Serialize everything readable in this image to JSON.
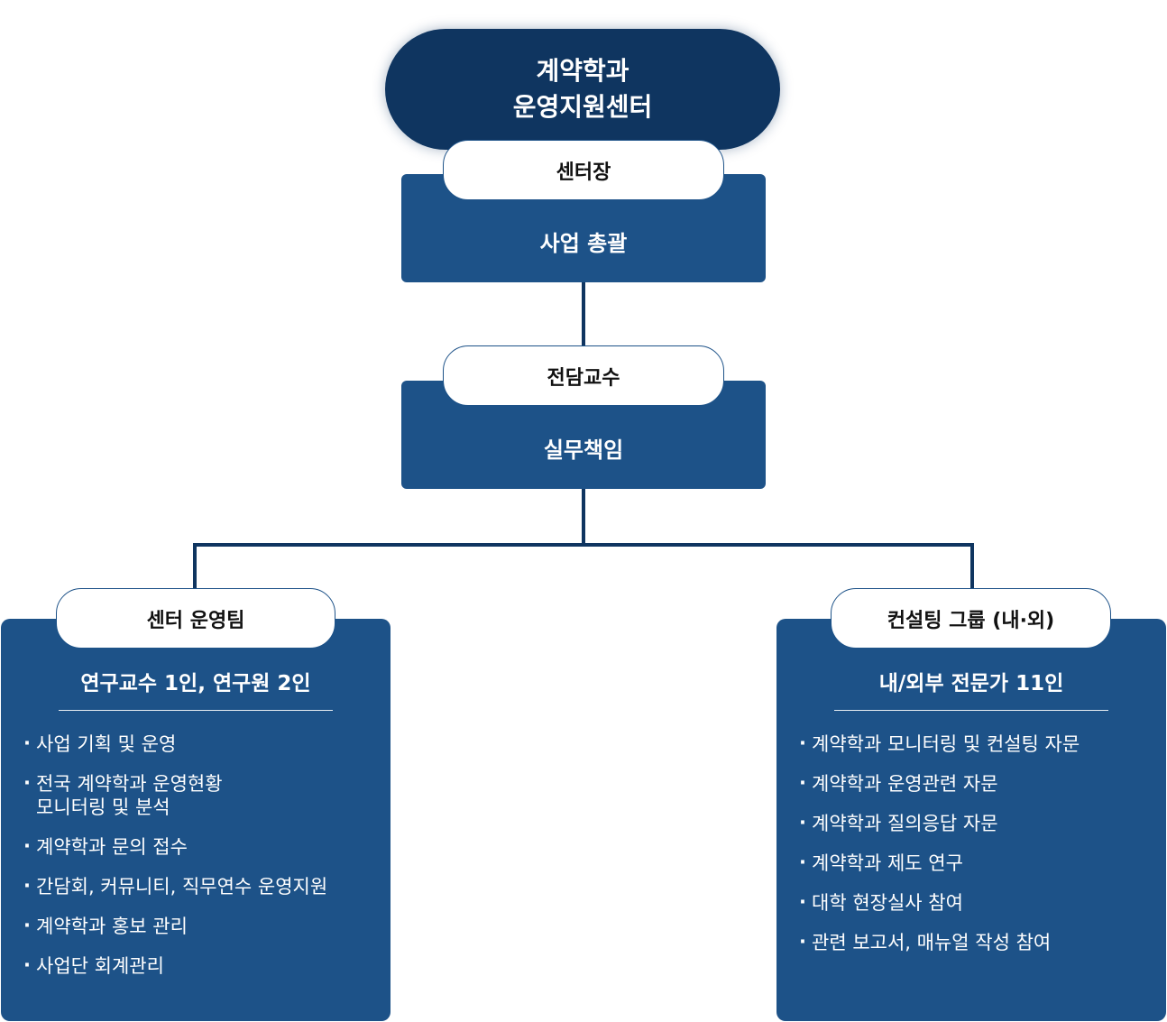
{
  "center": {
    "line1": "계약학과",
    "line2": "운영지원센터"
  },
  "director": {
    "role": "센터장",
    "duty": "사업 총괄"
  },
  "professor": {
    "role": "전담교수",
    "duty": "실무책임"
  },
  "ops_team": {
    "title": "센터 운영팀",
    "members": "연구교수 1인, 연구원 2인",
    "items": [
      "사업 기획 및 운영",
      "전국 계약학과 운영현황",
      "모니터링 및 분석",
      "계약학과 문의 접수",
      "간담회, 커뮤니티, 직무연수 운영지원",
      "계약학과 홍보 관리",
      "사업단 회계관리"
    ]
  },
  "consult_group": {
    "title": "컨설팅 그룹 (내·외)",
    "members": "내/외부 전문가 11인",
    "items": [
      "계약학과 모니터링 및 컨설팅 자문",
      "계약학과 운영관련 자문",
      "계약학과 질의응답 자문",
      "계약학과 제도 연구",
      "대학 현장실사 참여",
      "관련 보고서, 매뉴얼 작성 참여"
    ]
  }
}
